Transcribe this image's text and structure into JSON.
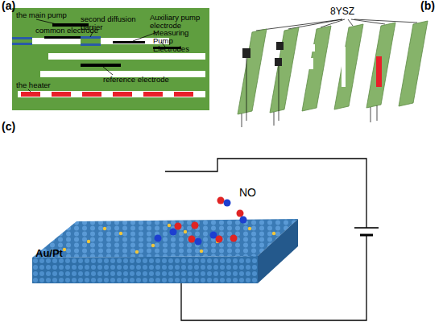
{
  "diagram": {
    "labels": [
      "(a)",
      "the main pump",
      "common electrode",
      "second diffusion barrier",
      "Auxiliary pump electrode",
      "Measuring Pump Electrodes",
      "reference electrode",
      "the heater",
      "(b)",
      "8YSZ",
      "(c)",
      "NO",
      "Au/Pt"
    ]
  }
}
